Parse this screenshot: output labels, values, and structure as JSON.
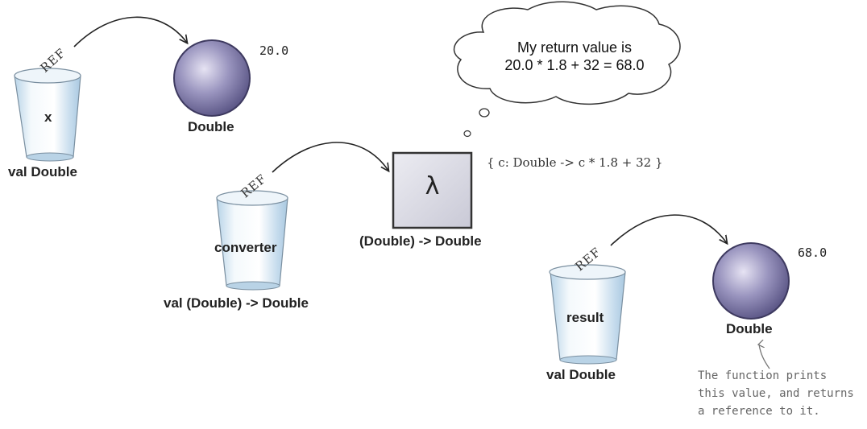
{
  "ref_label": "REF",
  "variables": [
    {
      "name": "x",
      "type": "val Double"
    },
    {
      "name": "converter",
      "type": "val (Double) -> Double"
    },
    {
      "name": "result",
      "type": "val Double"
    }
  ],
  "objects": [
    {
      "type": "Double",
      "value": "20.0"
    },
    {
      "symbol": "λ",
      "type": "(Double) -> Double"
    },
    {
      "type": "Double",
      "value": "68.0"
    }
  ],
  "thought_bubble": {
    "line1": "My return value is",
    "line2": "20.0 * 1.8 + 32 = 68.0"
  },
  "lambda_code": "{ c: Double -> c * 1.8 + 32 }",
  "annotation": {
    "line1": "The function prints",
    "line2": "this value, and returns",
    "line3": "a reference to it."
  },
  "colors": {
    "sphere": "#7e78a6",
    "cup": "#cfe3f0",
    "lambda_box": "#dcdce6"
  }
}
